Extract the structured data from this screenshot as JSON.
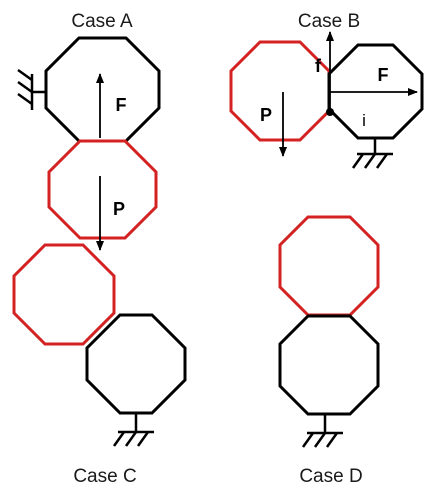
{
  "colors": {
    "black": "#000000",
    "red": "#d42222"
  },
  "cases": {
    "a": {
      "title": "Case A",
      "force_label": "F",
      "load_label": "P"
    },
    "b": {
      "title": "Case B",
      "force_label": "F",
      "load_label": "P",
      "friction_label": "f",
      "contact_label": "i"
    },
    "c": {
      "title": "Case C"
    },
    "d": {
      "title": "Case D"
    }
  }
}
